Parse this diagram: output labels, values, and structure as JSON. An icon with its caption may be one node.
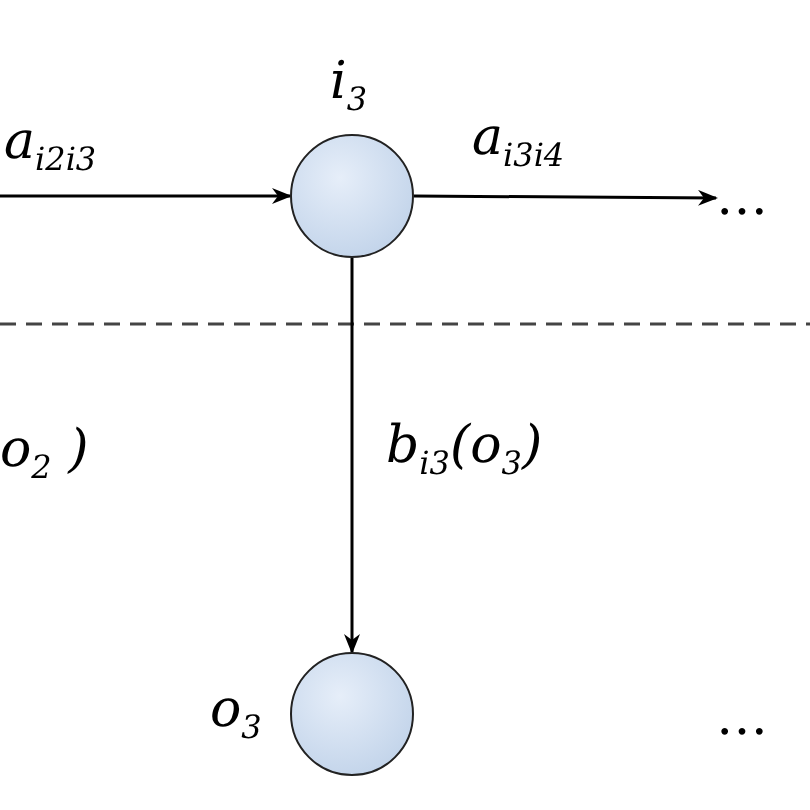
{
  "diagram": {
    "nodes": [
      {
        "text": [],
        "shape": "circle",
        "beside": [
          "i$_{3}$"
        ]
      },
      {
        "text": [
          "…"
        ]
      },
      {
        "text": [],
        "shape": "circle",
        "beside": [
          "o$_{3}$"
        ]
      }
    ],
    "edges": [
      {
        "from": null,
        "to": 0,
        "arrow": "to",
        "label": "a$_{i2i3}$"
      },
      {
        "from": 0,
        "to": 1,
        "arrow": "to",
        "label": "a$_{i3i4}$"
      },
      {
        "from": 0,
        "to": 2,
        "arrow": "to",
        "label": "b$_{i3}$(o$_{3}$)"
      }
    ],
    "labels": [
      "o$_{2}$ )",
      "…"
    ]
  }
}
